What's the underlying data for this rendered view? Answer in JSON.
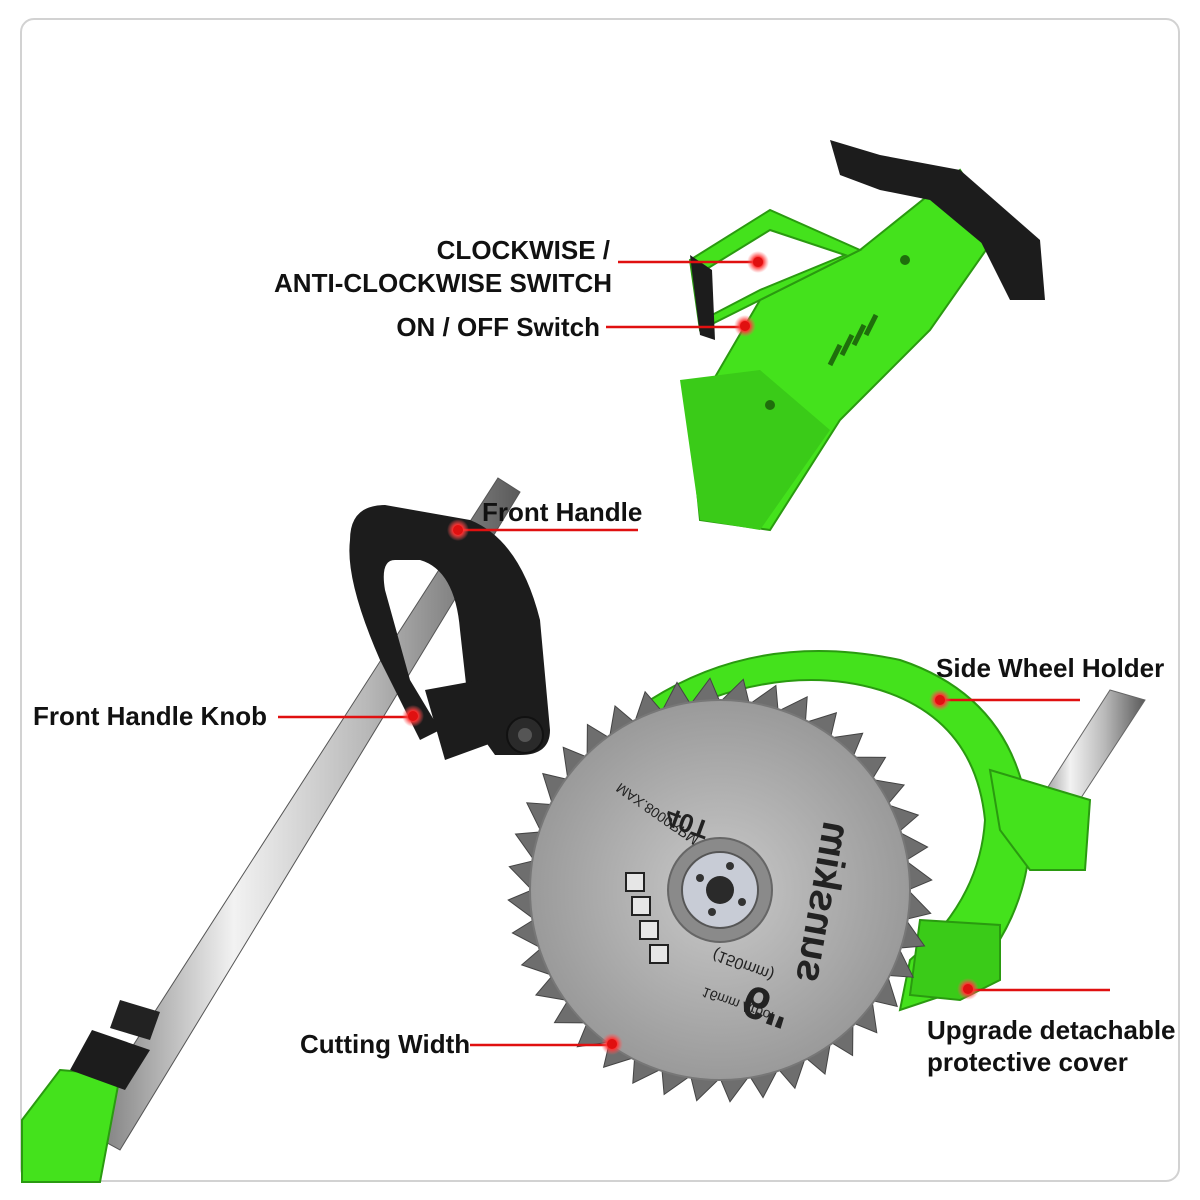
{
  "callouts": {
    "rotation_switch": {
      "line1": "CLOCKWISE /",
      "line2": "ANTI-CLOCKWISE SWITCH"
    },
    "power_switch": "ON / OFF Switch",
    "front_handle": "Front Handle",
    "front_handle_knob": "Front Handle Knob",
    "side_wheel_holder": "Side Wheel Holder",
    "cutting_width": "Cutting Width",
    "protective_cover": {
      "line1": "Upgrade detachable",
      "line2": "protective cover"
    }
  },
  "blade": {
    "brand": "sunskim",
    "size": "6\"",
    "size_metric": "(150mm)",
    "teeth": "40T",
    "max_rpm": "MAX.8000RPM",
    "bore": "16mm Arbor"
  },
  "colors": {
    "tool_green": "#44e21c",
    "callout_red": "#e01010",
    "handle_black": "#1c1c1c",
    "blade_grey": "#a8a8a8"
  }
}
